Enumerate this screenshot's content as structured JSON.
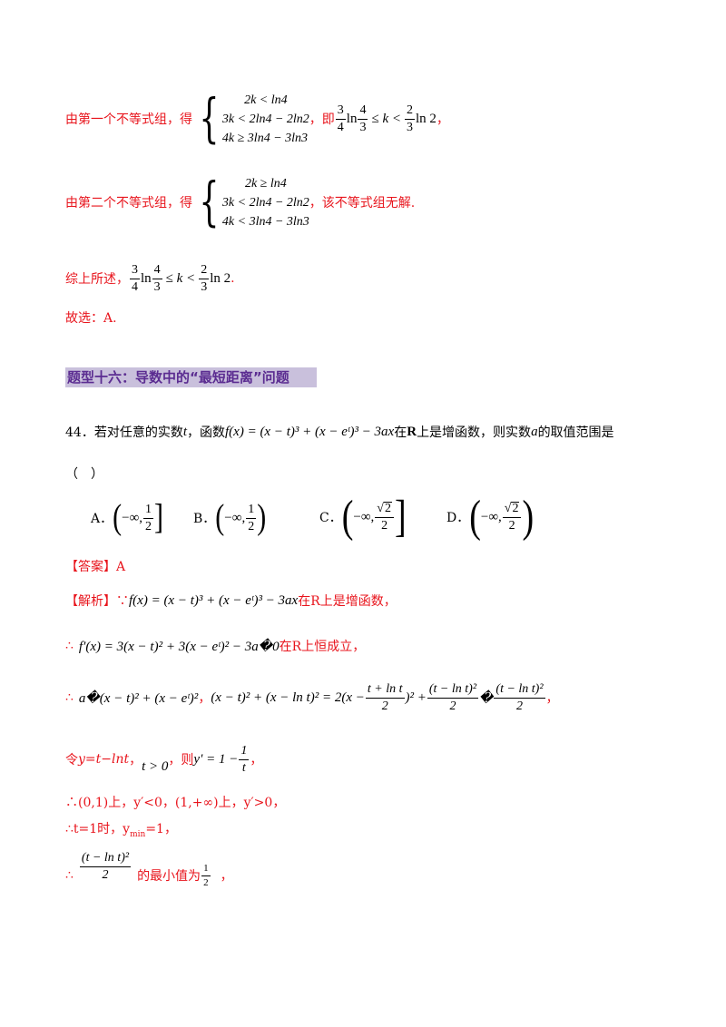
{
  "line1": {
    "prefix": "由第一个不等式组，得",
    "sys": [
      "2k < ln4",
      "3k < 2ln4 − 2ln2",
      "4k ≥ 3ln4 − 3ln3"
    ],
    "mid": "，即",
    "result": "≤ k <",
    "lnA": "ln",
    "lnB": "ln 2",
    "end": "，"
  },
  "line2": {
    "prefix": "由第二个不等式组，得",
    "sys": [
      "2k ≥ ln4",
      "3k < 2ln4 − 2ln2",
      "4k < 3ln4 − 3ln3"
    ],
    "end": "，该不等式组无解."
  },
  "line3": {
    "prefix": "综上所述，",
    "mid": "≤ k <",
    "lnA": "ln",
    "lnB": "ln 2",
    "end": "."
  },
  "line4": "故选：A.",
  "heading": "题型十六：导数中的“最短距离”问题",
  "q44": {
    "num": "44．若对任意的实数",
    "var_t": "t",
    "text2": "，函数",
    "formula": "f(x) = (x − t)³ + (x − eᵗ)³ − 3ax",
    "text3": "在",
    "R": "R",
    "text4": "上是增函数，则实数",
    "var_a": "a",
    "text5": "的取值范围是",
    "paren": "（　）"
  },
  "options": [
    {
      "label": "A．",
      "body": "(−∞, 1/2]"
    },
    {
      "label": "B．",
      "body": "(−∞, 1/2)"
    },
    {
      "label": "C．",
      "body": "(−∞, √2/2]"
    },
    {
      "label": "D．",
      "body": "(−∞, √2/2)"
    }
  ],
  "answer": "【答案】A",
  "analysis": {
    "tag": "【解析】∵",
    "f": "f(x) = (x − t)³ + (x − eᵗ)³ − 3ax",
    "f_after": "在R上是增函数，",
    "l2_pre": "∴",
    "fprime": "f′(x) = 3(x − t)² + 3(x − eᵗ)² − 3a�0",
    "l2_after": "在R上恒成立，",
    "l3_pre": "∴",
    "l3_a": "a�(x − t)² + (x − eᵗ)²",
    "l3_comma": "，",
    "l3_b": "(x − t)² + (x − ln t)² = 2(x −",
    "l3_frac_num": "t + ln t",
    "l3_frac_den": "2",
    "l3_c": ")² +",
    "l3_f2_num": "(t − ln t)²",
    "l3_f2_den": "2",
    "l3_d": "�",
    "l3_f3_num": "(t − ln t)²",
    "l3_f3_den": "2",
    "l3_end": "，",
    "l4_a": "令",
    "l4_b": "y=t−lnt",
    "l4_c": "，",
    "l4_d": "t > 0",
    "l4_e": "，则",
    "l4_f": "y′ = 1 −",
    "l4_fn": "1",
    "l4_fd": "t",
    "l4_g": "，",
    "l5": "∴(0,1)上，y′<0，(1,+∞)上，y′>0，",
    "l6_a": "∴t=1时，y",
    "l6_sub": "min",
    "l6_b": "=1，",
    "l7_pre": "∴",
    "l7_num": "(t − ln t)²",
    "l7_den": "2",
    "l7_text": "的最小值为",
    "l7_hn": "1",
    "l7_hd": "2",
    "l7_end": "，"
  }
}
